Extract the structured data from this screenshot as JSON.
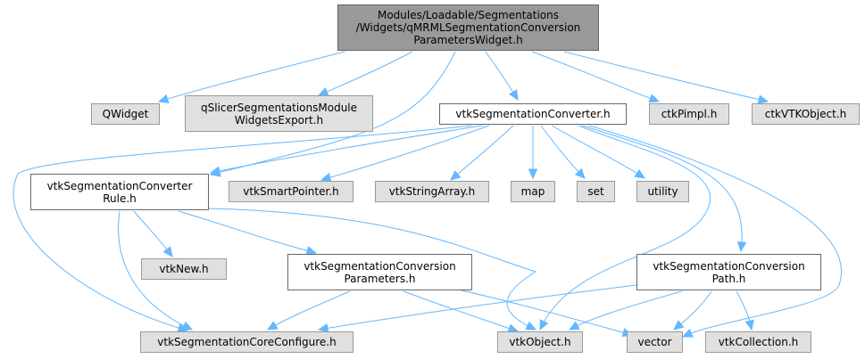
{
  "diagram": {
    "type": "include-dependency-graph",
    "edge_color": "#63b8ff",
    "nodes": [
      {
        "id": "root",
        "label": "Modules/Loadable/Segmentations\n/Widgets/qMRMLSegmentationConversion\nParametersWidget.h",
        "kind": "root"
      },
      {
        "id": "qwidget",
        "label": "QWidget",
        "kind": "external"
      },
      {
        "id": "qslicerexport",
        "label": "qSlicerSegmentationsModule\nWidgetsExport.h",
        "kind": "external"
      },
      {
        "id": "converter",
        "label": "vtkSegmentationConverter.h",
        "kind": "internal"
      },
      {
        "id": "ctkpimpl",
        "label": "ctkPimpl.h",
        "kind": "external"
      },
      {
        "id": "ctkvtkobject",
        "label": "ctkVTKObject.h",
        "kind": "external"
      },
      {
        "id": "rule",
        "label": "vtkSegmentationConverter\nRule.h",
        "kind": "internal"
      },
      {
        "id": "smartpointer",
        "label": "vtkSmartPointer.h",
        "kind": "external"
      },
      {
        "id": "stringarray",
        "label": "vtkStringArray.h",
        "kind": "external"
      },
      {
        "id": "map",
        "label": "map",
        "kind": "external"
      },
      {
        "id": "set",
        "label": "set",
        "kind": "external"
      },
      {
        "id": "utility",
        "label": "utility",
        "kind": "external"
      },
      {
        "id": "vtknew",
        "label": "vtkNew.h",
        "kind": "external"
      },
      {
        "id": "params",
        "label": "vtkSegmentationConversion\nParameters.h",
        "kind": "internal"
      },
      {
        "id": "path",
        "label": "vtkSegmentationConversion\nPath.h",
        "kind": "internal"
      },
      {
        "id": "coreconfig",
        "label": "vtkSegmentationCoreConfigure.h",
        "kind": "external"
      },
      {
        "id": "vtkobject",
        "label": "vtkObject.h",
        "kind": "external"
      },
      {
        "id": "vector",
        "label": "vector",
        "kind": "external"
      },
      {
        "id": "collection",
        "label": "vtkCollection.h",
        "kind": "external"
      }
    ],
    "edges": [
      [
        "root",
        "qwidget"
      ],
      [
        "root",
        "qslicerexport"
      ],
      [
        "root",
        "converter"
      ],
      [
        "root",
        "ctkpimpl"
      ],
      [
        "root",
        "ctkvtkobject"
      ],
      [
        "root",
        "rule"
      ],
      [
        "converter",
        "rule"
      ],
      [
        "converter",
        "smartpointer"
      ],
      [
        "converter",
        "stringarray"
      ],
      [
        "converter",
        "map"
      ],
      [
        "converter",
        "set"
      ],
      [
        "converter",
        "utility"
      ],
      [
        "converter",
        "coreconfig"
      ],
      [
        "converter",
        "vtkobject"
      ],
      [
        "converter",
        "path"
      ],
      [
        "converter",
        "vector"
      ],
      [
        "rule",
        "vtknew"
      ],
      [
        "rule",
        "params"
      ],
      [
        "rule",
        "coreconfig"
      ],
      [
        "rule",
        "vtkobject"
      ],
      [
        "params",
        "coreconfig"
      ],
      [
        "params",
        "vtkobject"
      ],
      [
        "params",
        "vector"
      ],
      [
        "path",
        "coreconfig"
      ],
      [
        "path",
        "vtkobject"
      ],
      [
        "path",
        "vector"
      ],
      [
        "path",
        "collection"
      ]
    ]
  }
}
